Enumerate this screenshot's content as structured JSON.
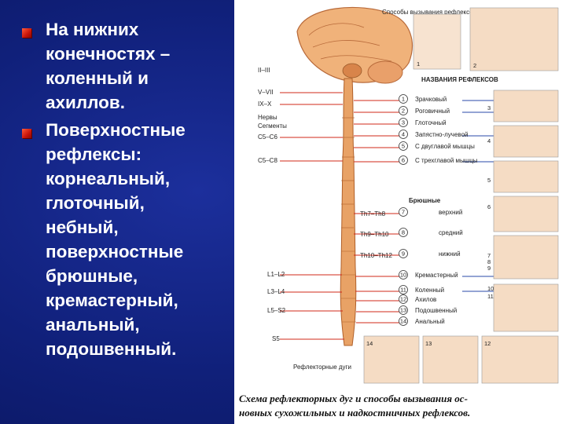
{
  "bullets": [
    "На нижних\nконечностях –\nколенный и\nахиллов.",
    "Поверхностные\nрефлексы:\nкорнеальный,\nглоточный,\nнебный,\nповерхностные\nбрюшные,\nкремастерный,\nанальный,\nподошвенный."
  ],
  "figure": {
    "header_methods": "Способы вызывания рефлексов",
    "header_names": "НАЗВАНИЯ РЕФЛЕКСОВ",
    "nerve_labels": [
      "II–III",
      "V–VII",
      "IX–X",
      "Нервы",
      "Сегменты",
      "C5–C6",
      "C5–C8"
    ],
    "segment_labels": [
      "Th7–Th8",
      "Th9–Th10",
      "Th10–Th12",
      "L1–L2",
      "L3–L4",
      "L5–S2",
      "S5"
    ],
    "reflexes": [
      {
        "n": "1",
        "name": "Зрачковый"
      },
      {
        "n": "2",
        "name": "Роговичный"
      },
      {
        "n": "3",
        "name": "Глоточный"
      },
      {
        "n": "4",
        "name": "Запястно-лучевой"
      },
      {
        "n": "5",
        "name": "С двуглавой мышцы"
      },
      {
        "n": "6",
        "name": "С трехглавой мышцы"
      },
      {
        "n": "7",
        "name": "верхний"
      },
      {
        "n": "8",
        "name": "средний"
      },
      {
        "n": "9",
        "name": "нижний"
      },
      {
        "n": "10",
        "name": "Кремастерный"
      },
      {
        "n": "11",
        "name": "Коленный"
      },
      {
        "n": "12",
        "name": "Ахилов"
      },
      {
        "n": "13",
        "name": "Подошвенный"
      },
      {
        "n": "14",
        "name": "Анальный"
      }
    ],
    "abdominal_label": "Брюшные",
    "arc_label": "Рефлекторные дуги",
    "panel_numbers": [
      "1",
      "2",
      "3",
      "4",
      "5",
      "6",
      "7",
      "8",
      "9",
      "10",
      "11",
      "12",
      "13",
      "14"
    ],
    "caption_line1": "Схема рефлекторных дуг и способы вызывания ос-",
    "caption_line2": "новных сухожильных и надкостничных рефлексов."
  },
  "colors": {
    "background": "#10207a",
    "bullet": "#d01a10",
    "spine": "#e8a266",
    "nerve_red": "#d02818",
    "nerve_blue": "#2a4aa8"
  }
}
